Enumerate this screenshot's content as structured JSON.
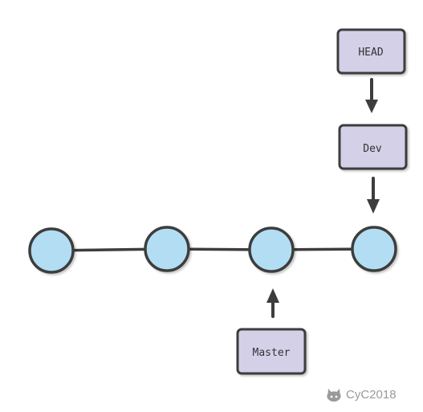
{
  "labels": {
    "head": "HEAD",
    "dev": "Dev",
    "master": "Master"
  },
  "watermark": {
    "text": "CyC2018",
    "icon": "github-octocat-icon"
  },
  "colors": {
    "commit_fill": "#b3ddf2",
    "label_fill": "#d3d0e8",
    "stroke": "#3d3d3d",
    "arrow": "#3d3d3d",
    "watermark": "#9a9a9a"
  }
}
